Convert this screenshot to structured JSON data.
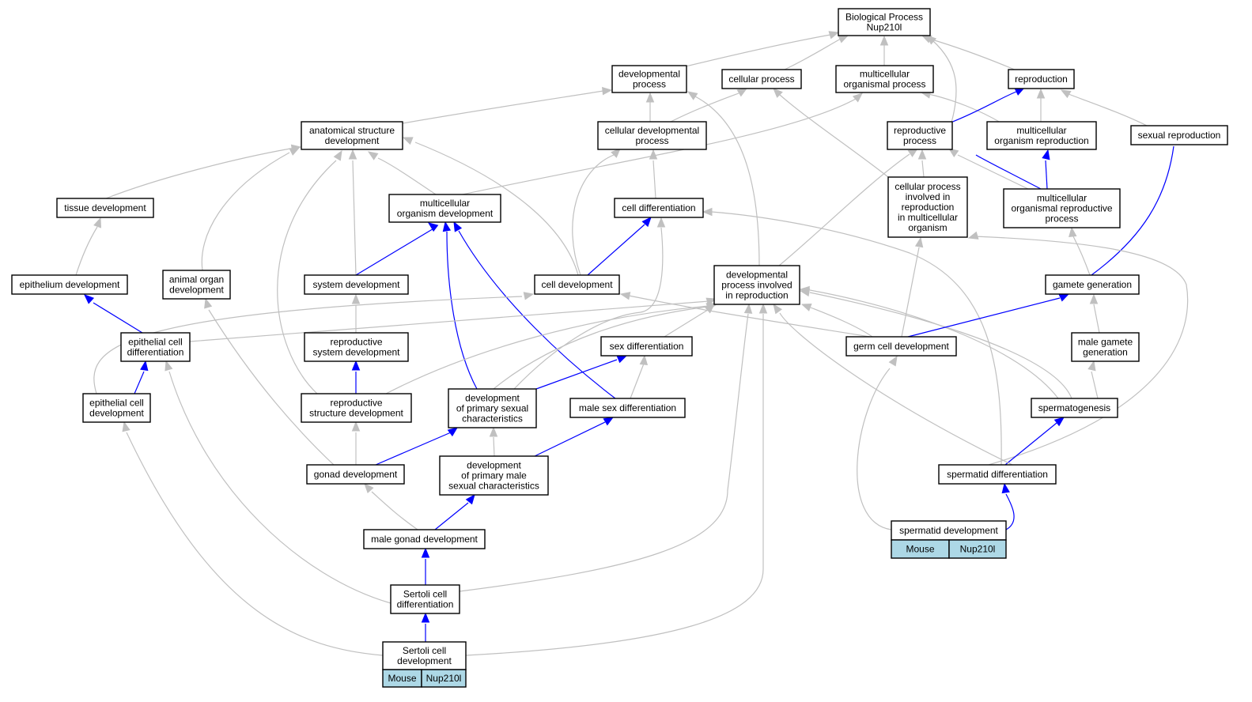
{
  "diagram": {
    "title": "",
    "edge_colors": {
      "is_a": "#c0c0c0",
      "highlight": "#0000ff"
    },
    "cell_fill": "#add8e6",
    "nodes": [
      {
        "id": "bp",
        "lines": [
          "Biological Process",
          "Nup210l"
        ]
      },
      {
        "id": "devproc",
        "lines": [
          "developmental",
          "process"
        ]
      },
      {
        "id": "cellproc",
        "lines": [
          "cellular process"
        ]
      },
      {
        "id": "multiorgproc",
        "lines": [
          "multicellular",
          "organismal process"
        ]
      },
      {
        "id": "repro",
        "lines": [
          "reproduction"
        ]
      },
      {
        "id": "anat",
        "lines": [
          "anatomical structure",
          "development"
        ]
      },
      {
        "id": "celldevproc",
        "lines": [
          "cellular developmental",
          "process"
        ]
      },
      {
        "id": "reproproc",
        "lines": [
          "reproductive",
          "process"
        ]
      },
      {
        "id": "multiorgrepro",
        "lines": [
          "multicellular",
          "organism reproduction"
        ]
      },
      {
        "id": "sexrepro",
        "lines": [
          "sexual reproduction"
        ]
      },
      {
        "id": "tissue",
        "lines": [
          "tissue development"
        ]
      },
      {
        "id": "multiorgdev",
        "lines": [
          "multicellular",
          "organism development"
        ]
      },
      {
        "id": "celldiff",
        "lines": [
          "cell differentiation"
        ]
      },
      {
        "id": "cellprocrepro",
        "lines": [
          "cellular process",
          "involved in",
          "reproduction",
          "in multicellular",
          "organism"
        ]
      },
      {
        "id": "multiorgreproproc",
        "lines": [
          "multicellular",
          "organismal reproductive",
          "process"
        ]
      },
      {
        "id": "epidev",
        "lines": [
          "epithelium development"
        ]
      },
      {
        "id": "animalorgan",
        "lines": [
          "animal organ",
          "development"
        ]
      },
      {
        "id": "sysdev",
        "lines": [
          "system development"
        ]
      },
      {
        "id": "celldev",
        "lines": [
          "cell development"
        ]
      },
      {
        "id": "devprocrepro",
        "lines": [
          "developmental",
          "process involved",
          "in reproduction"
        ]
      },
      {
        "id": "gametegen",
        "lines": [
          "gamete generation"
        ]
      },
      {
        "id": "epicelldiff",
        "lines": [
          "epithelial cell",
          "differentiation"
        ]
      },
      {
        "id": "reprosysdev",
        "lines": [
          "reproductive",
          "system development"
        ]
      },
      {
        "id": "sexdiff",
        "lines": [
          "sex differentiation"
        ]
      },
      {
        "id": "germcelldev",
        "lines": [
          "germ cell development"
        ]
      },
      {
        "id": "malegamete",
        "lines": [
          "male gamete",
          "generation"
        ]
      },
      {
        "id": "epicelldev",
        "lines": [
          "epithelial cell",
          "development"
        ]
      },
      {
        "id": "reprostructdev",
        "lines": [
          "reproductive",
          "structure development"
        ]
      },
      {
        "id": "devprimsex",
        "lines": [
          "development",
          "of primary sexual",
          "characteristics"
        ]
      },
      {
        "id": "malesexdiff",
        "lines": [
          "male sex differentiation"
        ]
      },
      {
        "id": "spermatogenesis",
        "lines": [
          "spermatogenesis"
        ]
      },
      {
        "id": "gonaddev",
        "lines": [
          "gonad development"
        ]
      },
      {
        "id": "devprimmale",
        "lines": [
          "development",
          "of primary male",
          "sexual characteristics"
        ]
      },
      {
        "id": "spermatiddiff",
        "lines": [
          "spermatid differentiation"
        ]
      },
      {
        "id": "spermatiddev",
        "lines": [
          "spermatid development"
        ],
        "cells": [
          "Mouse",
          "Nup210l"
        ]
      },
      {
        "id": "malegonaddev",
        "lines": [
          "male gonad development"
        ]
      },
      {
        "id": "sertolidiff",
        "lines": [
          "Sertoli cell",
          "differentiation"
        ]
      },
      {
        "id": "sertolidev",
        "lines": [
          "Sertoli cell",
          "development"
        ],
        "cells": [
          "Mouse",
          "Nup210l"
        ]
      }
    ]
  }
}
